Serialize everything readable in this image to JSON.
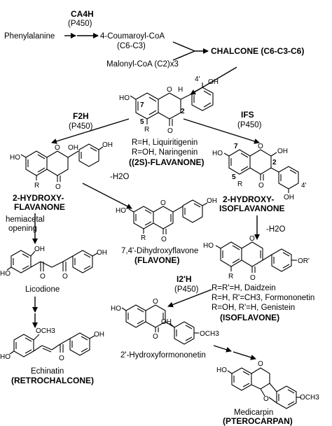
{
  "enzymes": {
    "ca4h": "CA4H",
    "ca4h_sub": "(P450)",
    "f2h": "F2H",
    "f2h_sub": "(P450)",
    "ifs": "IFS",
    "ifs_sub": "(P450)",
    "i2h": "I2'H",
    "i2h_sub": "(P450)"
  },
  "top": {
    "phenylalanine": "Phenylalanine",
    "coumaroyl": "4-Coumaroyl-CoA",
    "coumaroyl_formula": "(C6-C3)",
    "malonyl": "Malonyl-CoA (C2)x3",
    "chalcone": "CHALCONE (C6-C3-C6)"
  },
  "flavanone": {
    "line1": "R=H, Liquiritigenin",
    "line2": "R=OH, Naringenin",
    "class": "((2S)-FLAVANONE)"
  },
  "hydroxyflavanone": {
    "line1": "2-HYDROXY-",
    "line2": "FLAVANONE"
  },
  "hydroxyisoflavanone": {
    "line1": "2-HYDROXY-",
    "line2": "ISOFLAVANONE"
  },
  "dehydration": {
    "left": "-H2O",
    "right": "-H2O"
  },
  "hemiacetal": {
    "line1": "hemiacetal",
    "line2": "opening"
  },
  "flavone": {
    "name": "7,4'-Dihydroxyflavone",
    "class": "(FLAVONE)"
  },
  "licodione": {
    "name": "Licodione"
  },
  "isoflavone": {
    "line1": "R=R'=H, Daidzein",
    "line2": "R=H, R'=CH3, Formononetin",
    "line3": "R=OH, R'=H, Genistein",
    "class": "(ISOFLAVONE)"
  },
  "hydroxyformononetin": {
    "name": "2'-Hydroxyformononetin"
  },
  "echinatin": {
    "name": "Echinatin",
    "class": "(RETROCHALCONE)"
  },
  "medicarpin": {
    "name": "Medicarpin",
    "class": "(PTEROCARPAN)"
  },
  "atoms": {
    "ho": "HO",
    "oh": "OH",
    "o": "O",
    "r": "R",
    "h": "H",
    "or": "OR'",
    "och3": "OCH3",
    "n2": "2",
    "n4": "4'",
    "n5": "5",
    "n7": "7"
  }
}
